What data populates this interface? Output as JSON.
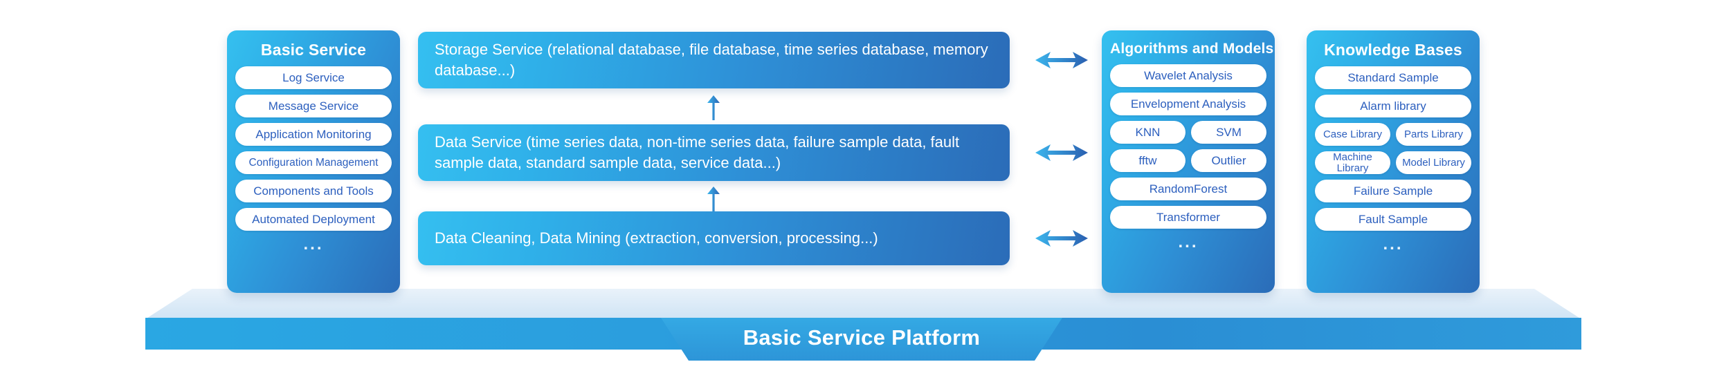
{
  "columns": {
    "basic_service": {
      "title": "Basic Service",
      "items": [
        "Log Service",
        "Message Service",
        "Application Monitoring",
        "Configuration Management",
        "Components and Tools",
        "Automated Deployment"
      ],
      "more": "..."
    },
    "algorithms": {
      "title": "Algorithms and Models",
      "items": [
        "Wavelet Analysis",
        "Envelopment Analysis"
      ],
      "pair_rows": [
        [
          "KNN",
          "SVM"
        ],
        [
          "fftw",
          "Outlier"
        ]
      ],
      "items_tail": [
        "RandomForest",
        "Transformer"
      ],
      "more": "..."
    },
    "knowledge_bases": {
      "title": "Knowledge Bases",
      "items": [
        "Standard Sample",
        "Alarm library"
      ],
      "pair_rows": [
        [
          "Case Library",
          "Parts Library"
        ],
        [
          "Machine Library",
          "Model Library"
        ]
      ],
      "items_tail": [
        "Failure Sample",
        "Fault Sample"
      ],
      "more": "..."
    }
  },
  "center_bars": [
    {
      "id": "storage-service",
      "text": "Storage Service (relational database, file database, time series database, memory database...)"
    },
    {
      "id": "data-service",
      "text": "Data Service (time series data, non-time series data, failure sample data, fault sample data, standard sample data, service data...)"
    },
    {
      "id": "data-cleaning",
      "text": "Data Cleaning, Data Mining (extraction, conversion, processing...)"
    }
  ],
  "platform": {
    "banner_title": "Basic Service Platform"
  },
  "icons": {
    "up_arrow": "arrow-up-icon",
    "double_arrow": "double-headed-arrow-icon"
  },
  "colors": {
    "card_gradient_start": "#35c0ef",
    "card_gradient_end": "#2b6cb8",
    "pill_background": "#ffffff",
    "pill_text": "#2c5fbe",
    "banner_background": "#2d95d8",
    "platform_top": "#dbeaf7",
    "arrow_light": "#3bb4ec",
    "arrow_dark": "#2b66b5"
  }
}
